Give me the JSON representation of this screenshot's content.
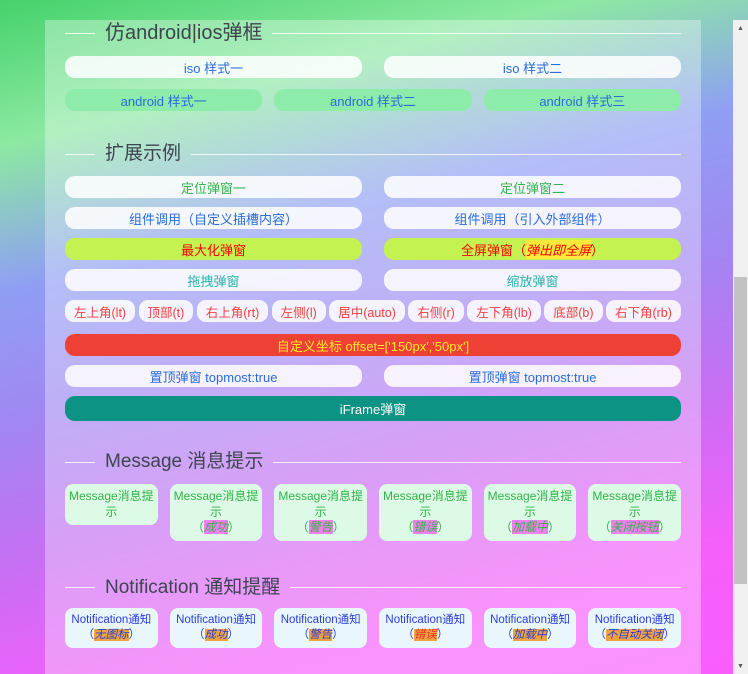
{
  "colors": {
    "accent_blue": "#2b6bdb",
    "green_text": "#33b348",
    "teal_text": "#28b3a9",
    "red_text": "#f4403c",
    "android_button_bg": "#8deca9",
    "greenyellow_button_bg": "#c4f351",
    "yellow_highlight": "#fce93c",
    "red_bar_bg": "#ef4036",
    "red_bar_text": "#ffe928",
    "iframe_button_bg": "#0c9383",
    "message_card_bg": "#dcfae6",
    "message_highlight_bg": "#f080ef",
    "notification_card_bg": "#e9f6fb",
    "notification_text": "#2b3ed9",
    "notification_highlight_bg": "#f0a23e",
    "notification_error_text": "#e8312a"
  },
  "chars": {
    "open": "（",
    "close": "）"
  },
  "s1": {
    "title": "仿android|ios弹框",
    "iso": [
      "iso 样式一",
      "iso 样式二"
    ],
    "android": [
      "android 样式一",
      "android 样式二",
      "android 样式三"
    ]
  },
  "s2": {
    "title": "扩展示例",
    "pos": [
      "定位弹窗一",
      "定位弹窗二"
    ],
    "comp": [
      "组件调用（自定义插槽内容）",
      "组件调用（引入外部组件）"
    ],
    "maximize": "最大化弹窗",
    "fullscreen": {
      "pre": "全屏弹窗（",
      "em": "弹出即全屏",
      "post": "）"
    },
    "drag": [
      "拖拽弹窗",
      "缩放弹窗"
    ],
    "corners": [
      "左上角(lt)",
      "顶部(t)",
      "右上角(rt)",
      "左侧(l)",
      "居中(auto)",
      "右侧(r)",
      "左下角(lb)",
      "底部(b)",
      "右下角(rb)"
    ],
    "offset": "自定义坐标 offset=['150px','50px']",
    "topmost": [
      "置顶弹窗 topmost:true",
      "置顶弹窗 topmost:true"
    ],
    "iframe": "iFrame弹窗"
  },
  "s3": {
    "title": "Message 消息提示",
    "base": "Message消息提示",
    "tags": [
      "成功",
      "警告",
      "错误",
      "加载中",
      "关闭按钮"
    ]
  },
  "s4": {
    "title": "Notification 通知提醒",
    "base": "Notification通知",
    "tags": [
      "无图标",
      "成功",
      "警告",
      "错误",
      "加载中",
      "不自动关闭"
    ]
  }
}
